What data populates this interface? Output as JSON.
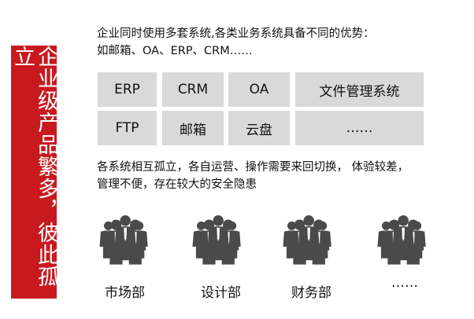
{
  "banner": {
    "text": "企业级产品繁多，彼此孤立"
  },
  "intro": {
    "line1": "企业同时使用多套系统,各类业务系统具备不同的优势：",
    "line2": "如邮箱、OA、ERP、CRM……"
  },
  "systems": [
    "ERP",
    "CRM",
    "OA",
    "文件管理系统",
    "FTP",
    "邮箱",
    "云盘",
    "……"
  ],
  "problem": {
    "line1": "各系统相互孤立，各自运营、操作需要来回切换，  体验较差，",
    "line2": "管理不便，存在较大的安全隐患"
  },
  "departments": [
    "市场部",
    "设计部",
    "财务部",
    "……"
  ],
  "colors": {
    "banner": "#c8191e",
    "tile": "#d9d9d9",
    "people": "#4a4a4a"
  },
  "icons": {
    "team": "people-group-icon"
  }
}
